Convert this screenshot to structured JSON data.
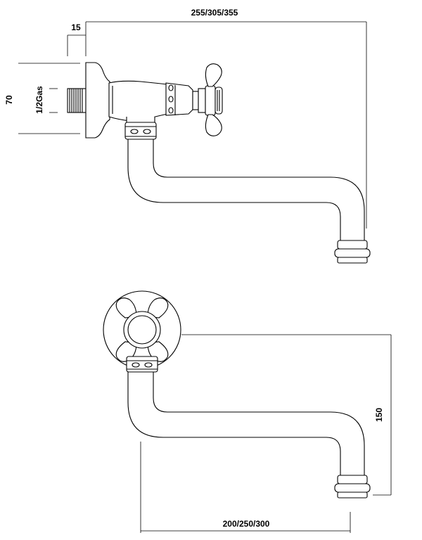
{
  "dimensions": {
    "top_length": "255/305/355",
    "flange_depth": "15",
    "height": "70",
    "thread": "1/2Gas",
    "spout_drop": "150",
    "bottom_length": "200/250/300"
  }
}
